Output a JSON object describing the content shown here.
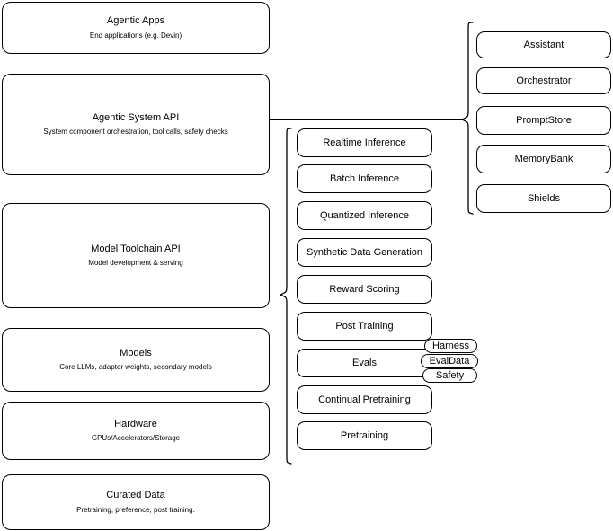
{
  "diagram": {
    "left_stack": [
      {
        "title": "Agentic Apps",
        "sub": "End applications (e.g. Devin)"
      },
      {
        "title": "Agentic System API",
        "sub": "System component orchestration, tool calls, safety checks"
      },
      {
        "title": "Model Toolchain API",
        "sub": "Model development & serving"
      },
      {
        "title": "Models",
        "sub": "Core LLMs, adapter weights, secondary models"
      },
      {
        "title": "Hardware",
        "sub": "GPUs/Accelerators/Storage"
      },
      {
        "title": "Curated Data",
        "sub": "Pretraining, preference, post training."
      }
    ],
    "middle_stack": [
      {
        "label": "Realtime Inference"
      },
      {
        "label": "Batch Inference"
      },
      {
        "label": "Quantized Inference"
      },
      {
        "label": "Synthetic Data Generation"
      },
      {
        "label": "Reward Scoring"
      },
      {
        "label": "Post Training"
      },
      {
        "label": "Evals"
      },
      {
        "label": "Continual Pretraining"
      },
      {
        "label": "Pretraining"
      }
    ],
    "right_stack": [
      {
        "label": "Assistant"
      },
      {
        "label": "Orchestrator"
      },
      {
        "label": "PromptStore"
      },
      {
        "label": "MemoryBank"
      },
      {
        "label": "Shields"
      }
    ],
    "eval_pills": [
      {
        "label": "Harness"
      },
      {
        "label": "EvalData"
      },
      {
        "label": "Safety"
      }
    ],
    "colors": {
      "stroke": "#000000",
      "background": "#ffffff",
      "text": "#000000"
    }
  }
}
